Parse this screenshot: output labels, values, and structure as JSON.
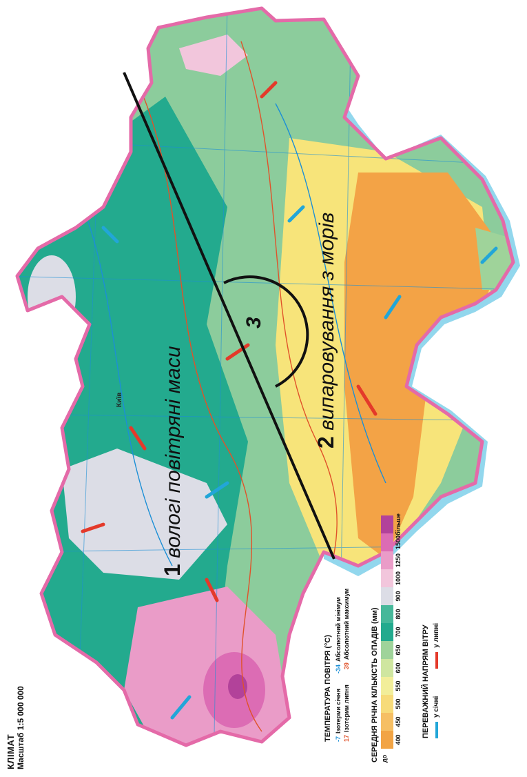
{
  "title": {
    "main": "КЛІМАТ",
    "scale": "Масштаб 1:5 000 000"
  },
  "annotations": {
    "zone1_num": "1",
    "zone1_text": "вологі повітряні маси",
    "zone2_num": "2",
    "zone2_text": "випаровування з морів",
    "zone3_num": "3"
  },
  "city_label": "Київ",
  "legend_temperature": {
    "heading": "ТЕМПЕРАТУРА ПОВІТРЯ (°С)",
    "items": [
      {
        "sym": "-7",
        "label": "Ізотерми січня",
        "color": "#1c8fd6"
      },
      {
        "sym": "-34",
        "label": "Абсолютний мінімум",
        "color": "#1c8fd6"
      },
      {
        "sym": "17",
        "label": "Ізотерми липня",
        "color": "#e0522a"
      },
      {
        "sym": "39",
        "label": "Абсолютний максимум",
        "color": "#e0522a"
      }
    ]
  },
  "legend_precipitation": {
    "heading": "СЕРЕДНЯ РІЧНА КІЛЬКІСТЬ ОПАДІВ (мм)",
    "unit": "до",
    "classes": [
      {
        "label": "400",
        "color": "#f2a445"
      },
      {
        "label": "450",
        "color": "#f6bf64"
      },
      {
        "label": "500",
        "color": "#f7db7a"
      },
      {
        "label": "550",
        "color": "#f2ee9a"
      },
      {
        "label": "600",
        "color": "#cfe6a0"
      },
      {
        "label": "650",
        "color": "#9fd39a"
      },
      {
        "label": "700",
        "color": "#23aa8e"
      },
      {
        "label": "800",
        "color": "#46b89a"
      },
      {
        "label": "900",
        "color": "#dcdde6"
      },
      {
        "label": "1000",
        "color": "#f2c6dc"
      },
      {
        "label": "1250",
        "color": "#ea9cc8"
      },
      {
        "label": "1500",
        "color": "#dc6cb4"
      },
      {
        "label": "більше",
        "color": "#b2429a"
      }
    ]
  },
  "legend_wind": {
    "heading": "ПЕРЕВАЖНИЙ НАПРЯМ ВІТРУ",
    "items": [
      {
        "label": "у січні",
        "color": "#22a6d8"
      },
      {
        "label": "у липні",
        "color": "#e4392a"
      }
    ]
  },
  "colors": {
    "border": "#e46aa8",
    "sea_halo": "#7fd0ea",
    "wet": "#23aa8e",
    "mid": "#8ccc9c",
    "dry": "#f7e47a",
    "arid": "#f3a346",
    "mountain": "#e06ac0",
    "lake": "#dcdde6"
  }
}
